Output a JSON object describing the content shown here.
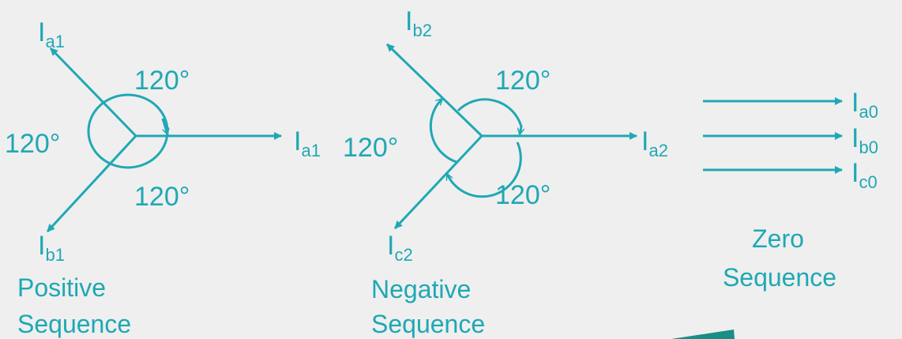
{
  "colors": {
    "accent": "#1fa8b4",
    "background": "#efefef",
    "wedge": "#168f86"
  },
  "positive": {
    "title_line1": "Positive",
    "title_line2": "Sequence",
    "phasors": [
      {
        "main": "I",
        "sub": "a1"
      },
      {
        "main": "I",
        "sub": "a1"
      },
      {
        "main": "I",
        "sub": "b1"
      }
    ],
    "angles": [
      "120°",
      "120°",
      "120°"
    ]
  },
  "negative": {
    "title_line1": "Negative",
    "title_line2": "Sequence",
    "phasors": [
      {
        "main": "I",
        "sub": "b2"
      },
      {
        "main": "I",
        "sub": "a2"
      },
      {
        "main": "I",
        "sub": "c2"
      }
    ],
    "angles": [
      "120°",
      "120°",
      "120°"
    ]
  },
  "zero": {
    "title_line1": "Zero",
    "title_line2": "Sequence",
    "phasors": [
      {
        "main": "I",
        "sub": "a0"
      },
      {
        "main": "I",
        "sub": "b0"
      },
      {
        "main": "I",
        "sub": "c0"
      }
    ]
  }
}
